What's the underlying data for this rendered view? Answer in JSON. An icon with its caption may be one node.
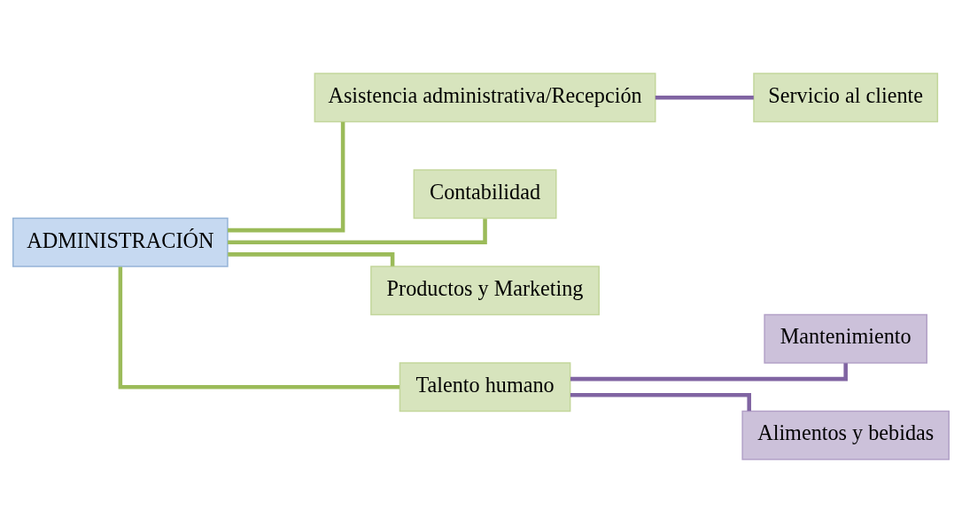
{
  "diagram": {
    "nodes": [
      {
        "text": [
          "ADMINISTRACIÓN"
        ]
      },
      {
        "text": [
          "Asistencia administrativa/Recepción"
        ]
      },
      {
        "text": [
          "Servicio al cliente"
        ]
      },
      {
        "text": [
          "Contabilidad"
        ]
      },
      {
        "text": [
          "Productos y Marketing"
        ]
      },
      {
        "text": [
          "Talento humano"
        ]
      },
      {
        "text": [
          "Mantenimiento"
        ]
      },
      {
        "text": [
          "Alimentos y bebidas"
        ]
      }
    ],
    "edges": [
      {
        "from": 0,
        "to": 1,
        "arrow": "none"
      },
      {
        "from": 1,
        "to": 2,
        "arrow": "none",
        "color": "#8064a2"
      },
      {
        "from": 0,
        "to": 3,
        "arrow": "none"
      },
      {
        "from": 0,
        "to": 4,
        "arrow": "none"
      },
      {
        "from": 0,
        "to": 5,
        "arrow": "none"
      },
      {
        "from": 5,
        "to": 6,
        "arrow": "none",
        "color": "#8064a2"
      },
      {
        "from": 5,
        "to": 7,
        "arrow": "none",
        "color": "#8064a2"
      }
    ]
  }
}
